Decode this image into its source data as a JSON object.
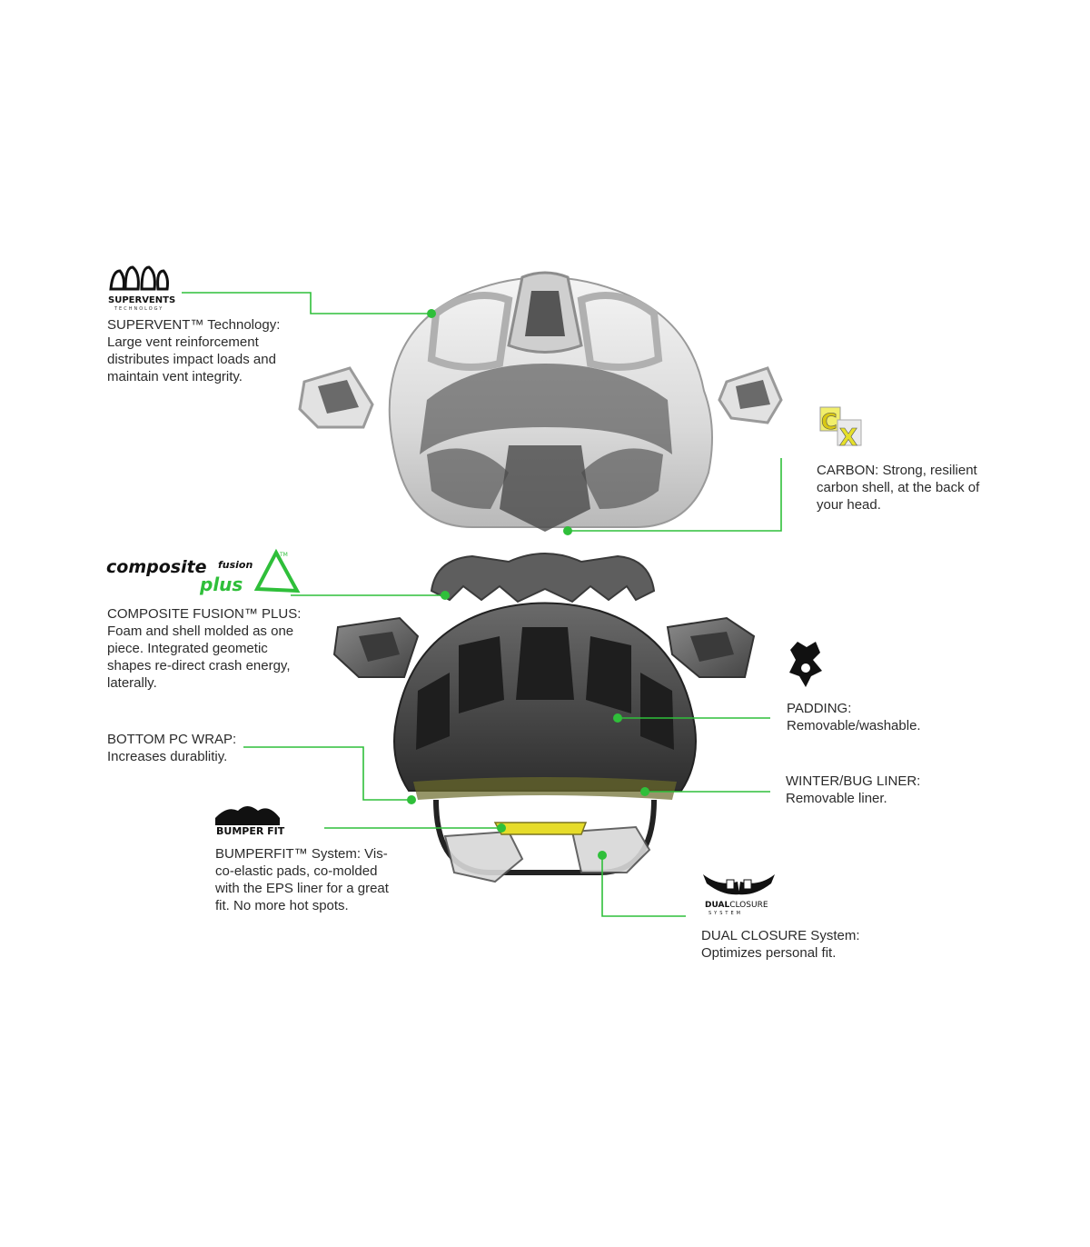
{
  "callouts": {
    "supervent": {
      "title": "SUPERVENT™ Technology:",
      "body": "Large vent reinforcement distributes impact loads and maintain vent integrity."
    },
    "carbon": {
      "title": "CARBON: Strong, resilient",
      "body": "carbon shell, at the back of your head."
    },
    "composite": {
      "title": "COMPOSITE FUSION™ PLUS:",
      "body": "Foam and shell molded as one piece. Integrated geometic shapes re-direct crash energy, laterally."
    },
    "padding": {
      "title": "PADDING:",
      "body": "Removable/washable."
    },
    "bottom_wrap": {
      "title": "BOTTOM PC WRAP:",
      "body": "Increases durablitiy."
    },
    "winter_liner": {
      "title": "WINTER/BUG LINER:",
      "body": "Removable liner."
    },
    "bumperfit": {
      "title": "BUMPERFIT™ System: Vis-",
      "body": "co-elastic pads, co-molded with the EPS liner for a great fit. No more hot spots."
    },
    "dual_closure": {
      "title": "DUAL CLOSURE System:",
      "body": "Optimizes personal fit."
    }
  },
  "logos": {
    "supervents_a": "SUPER",
    "supervents_b": "VENTS",
    "supervents_sub": "TECHNOLOGY",
    "cx_c": "C",
    "cx_x": "X",
    "composite": "composite",
    "fusion": "fusion",
    "plus": "plus",
    "tm": "TM",
    "bumper": "BUMPER FIT",
    "dual_a": "DUAL",
    "dual_b": "CLOSURE",
    "dual_sub": "SYSTEM"
  },
  "colors": {
    "accent_green": "#2fbf3a",
    "cx_yellow": "#e9e02a",
    "shell_light": "#e6e6e6",
    "foam_dark": "#4b4b4b"
  }
}
